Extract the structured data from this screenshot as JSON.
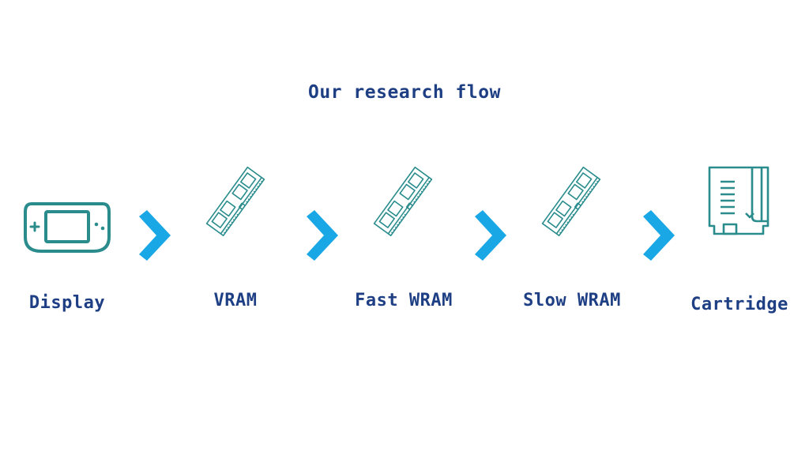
{
  "title": "Our research flow",
  "colors": {
    "icon": "#2a8c8c",
    "arrow": "#1aa7e6",
    "text": "#1f3f84"
  },
  "steps": [
    {
      "label": "Display",
      "icon": "handheld-console-icon"
    },
    {
      "label": "VRAM",
      "icon": "ram-module-icon"
    },
    {
      "label": "Fast WRAM",
      "icon": "ram-module-icon"
    },
    {
      "label": "Slow WRAM",
      "icon": "ram-module-icon"
    },
    {
      "label": "Cartridge",
      "icon": "game-cartridge-icon"
    }
  ]
}
